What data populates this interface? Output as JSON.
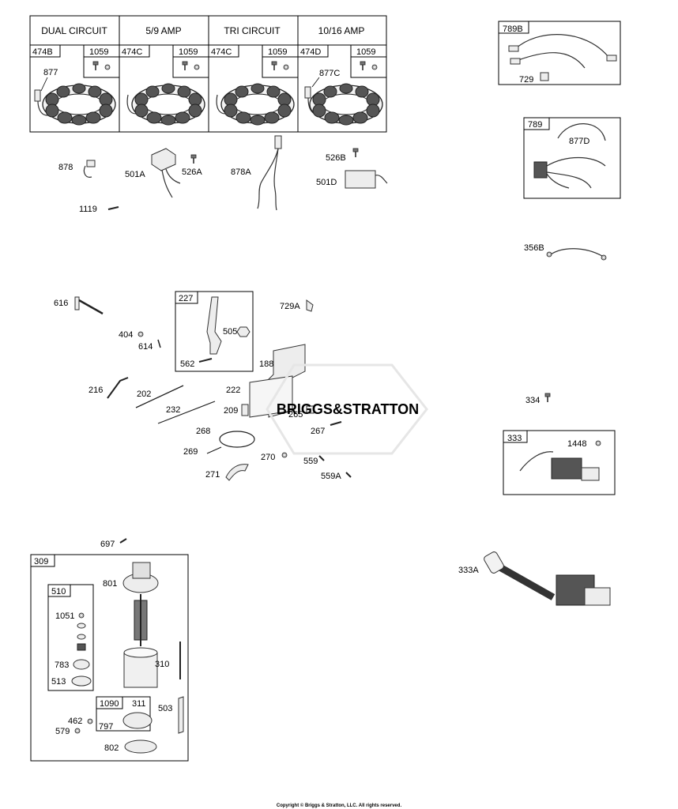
{
  "alternator_table": {
    "columns": [
      {
        "title": "DUAL CIRCUIT",
        "stator_part": "474B",
        "screw_part": "1059",
        "lead_part": "877"
      },
      {
        "title": "5/9 AMP",
        "stator_part": "474C",
        "screw_part": "1059",
        "lead_part": ""
      },
      {
        "title": "TRI CIRCUIT",
        "stator_part": "474C",
        "screw_part": "1059",
        "lead_part": ""
      },
      {
        "title": "10/16 AMP",
        "stator_part": "474D",
        "screw_part": "1059",
        "lead_part": "877C"
      }
    ]
  },
  "callouts": {
    "p878": "878",
    "p501A": "501A",
    "p526A": "526A",
    "p878A": "878A",
    "p526B": "526B",
    "p501D": "501D",
    "p1119": "1119",
    "p616": "616",
    "p404": "404",
    "p614": "614",
    "p505": "505",
    "p562": "562",
    "p729A": "729A",
    "p188": "188",
    "p216": "216",
    "p202": "202",
    "p232": "232",
    "p222": "222",
    "p209": "209",
    "p265": "265",
    "p267": "267",
    "p268": "268",
    "p269": "269",
    "p270": "270",
    "p559": "559",
    "p271": "271",
    "p559A": "559A",
    "p697": "697",
    "p801": "801",
    "p1051": "1051",
    "p783": "783",
    "p513": "513",
    "p310": "310",
    "p311": "311",
    "p797": "797",
    "p503": "503",
    "p462": "462",
    "p579": "579",
    "p802": "802",
    "p729": "729",
    "p877D": "877D",
    "p356B": "356B",
    "p334": "334",
    "p1448": "1448",
    "p333A": "333A"
  },
  "kits": {
    "k227": "227",
    "k309": "309",
    "k510": "510",
    "k1090": "1090",
    "k789B": "789B",
    "k789": "789",
    "k333": "333"
  },
  "watermark": "BRIGGS&STRATTON",
  "copyright": "Copyright © Briggs & Stratton, LLC. All rights reserved."
}
